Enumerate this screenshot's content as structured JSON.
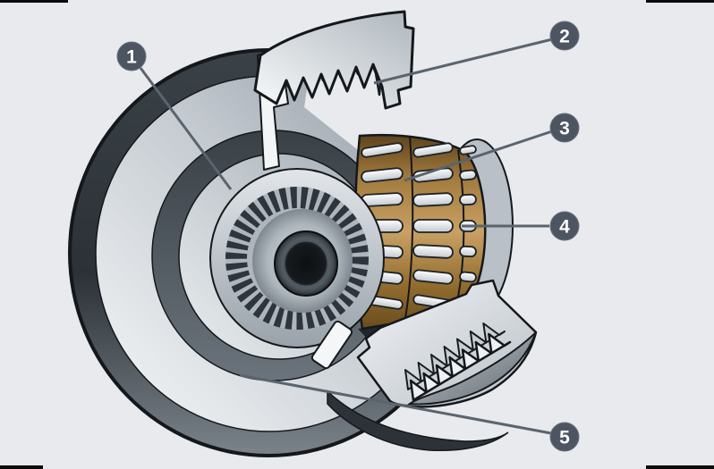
{
  "figure": {
    "type": "technical-cutaway-diagram",
    "subject": "Cutaway view of a one-way clutch pulley: inner race with splined bore, profiled outer race segments, needle rollers and roller cage",
    "background_color": "#e8eaed",
    "callout_badge_color": "#4c5561",
    "leader_line_color": "#5b646e",
    "cage_color": "#a87f42",
    "roller_color": "#f4f6f8",
    "metal_light": "#eef1f3",
    "metal_dark": "#31383e",
    "callouts": [
      {
        "label": "1"
      },
      {
        "label": "2"
      },
      {
        "label": "3"
      },
      {
        "label": "4"
      },
      {
        "label": "5"
      }
    ]
  }
}
